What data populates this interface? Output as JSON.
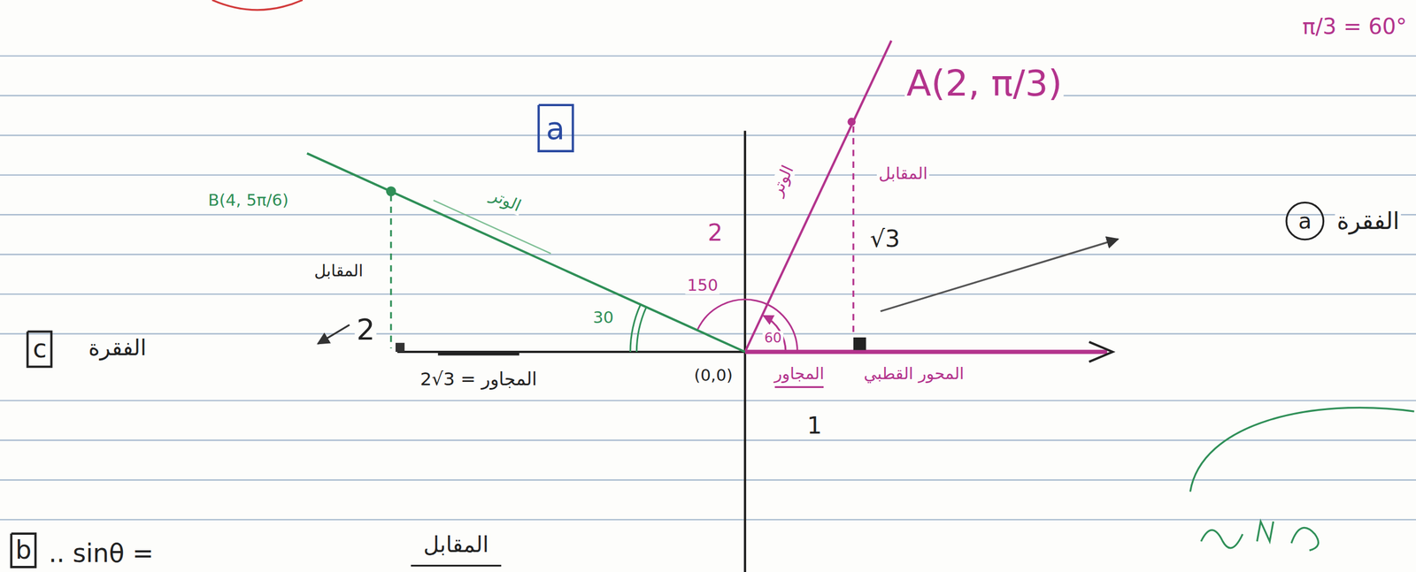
{
  "diagram": {
    "nodes": [
      {
        "text": [
          "a"
        ]
      },
      {
        "text": [
          "a"
        ]
      },
      {
        "text": [
          "c"
        ]
      },
      {
        "text": [
          "b"
        ]
      }
    ],
    "labels": [
      "A(2, π/3)",
      "π/3 = 60°",
      "B(4, 5π/6)",
      "الوتر",
      "الوتر",
      "2",
      "المقابل",
      "√3",
      "المقابل",
      "2",
      "الفقرة",
      "150",
      "30",
      "60",
      "2√3 = المجاور",
      "(0,0)",
      "المجاور",
      "1",
      "المحور القطبي",
      "الفقرة",
      ".. sinθ =",
      "المقابل"
    ]
  }
}
